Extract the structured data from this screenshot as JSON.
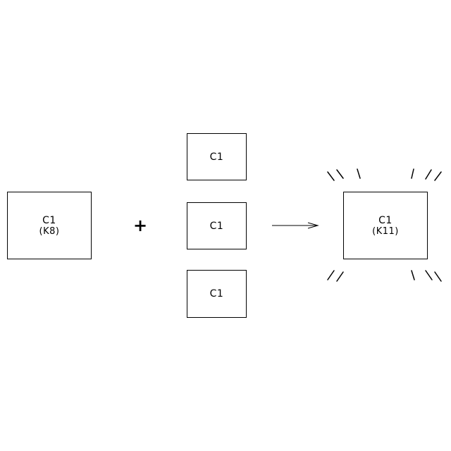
{
  "left_card": {
    "label": "C1",
    "sublabel": "(K8)"
  },
  "operator": "+",
  "stack_cards": [
    {
      "label": "C1"
    },
    {
      "label": "C1"
    },
    {
      "label": "C1"
    }
  ],
  "result_card": {
    "label": "C1",
    "sublabel": "(K11)"
  }
}
